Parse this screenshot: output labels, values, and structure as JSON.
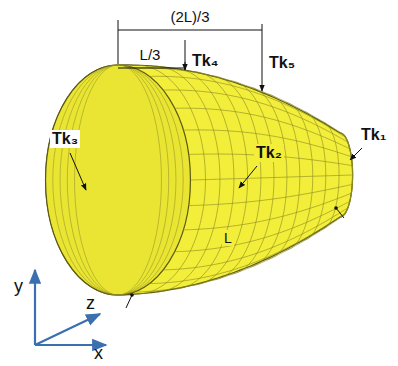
{
  "diagram": {
    "labels": [
      "(2L)/3",
      "L/3",
      "Tk₄",
      "Tk₅",
      "Tk₃",
      "Tk₂",
      "Tk₁",
      "L",
      "y",
      "z",
      "x"
    ]
  }
}
